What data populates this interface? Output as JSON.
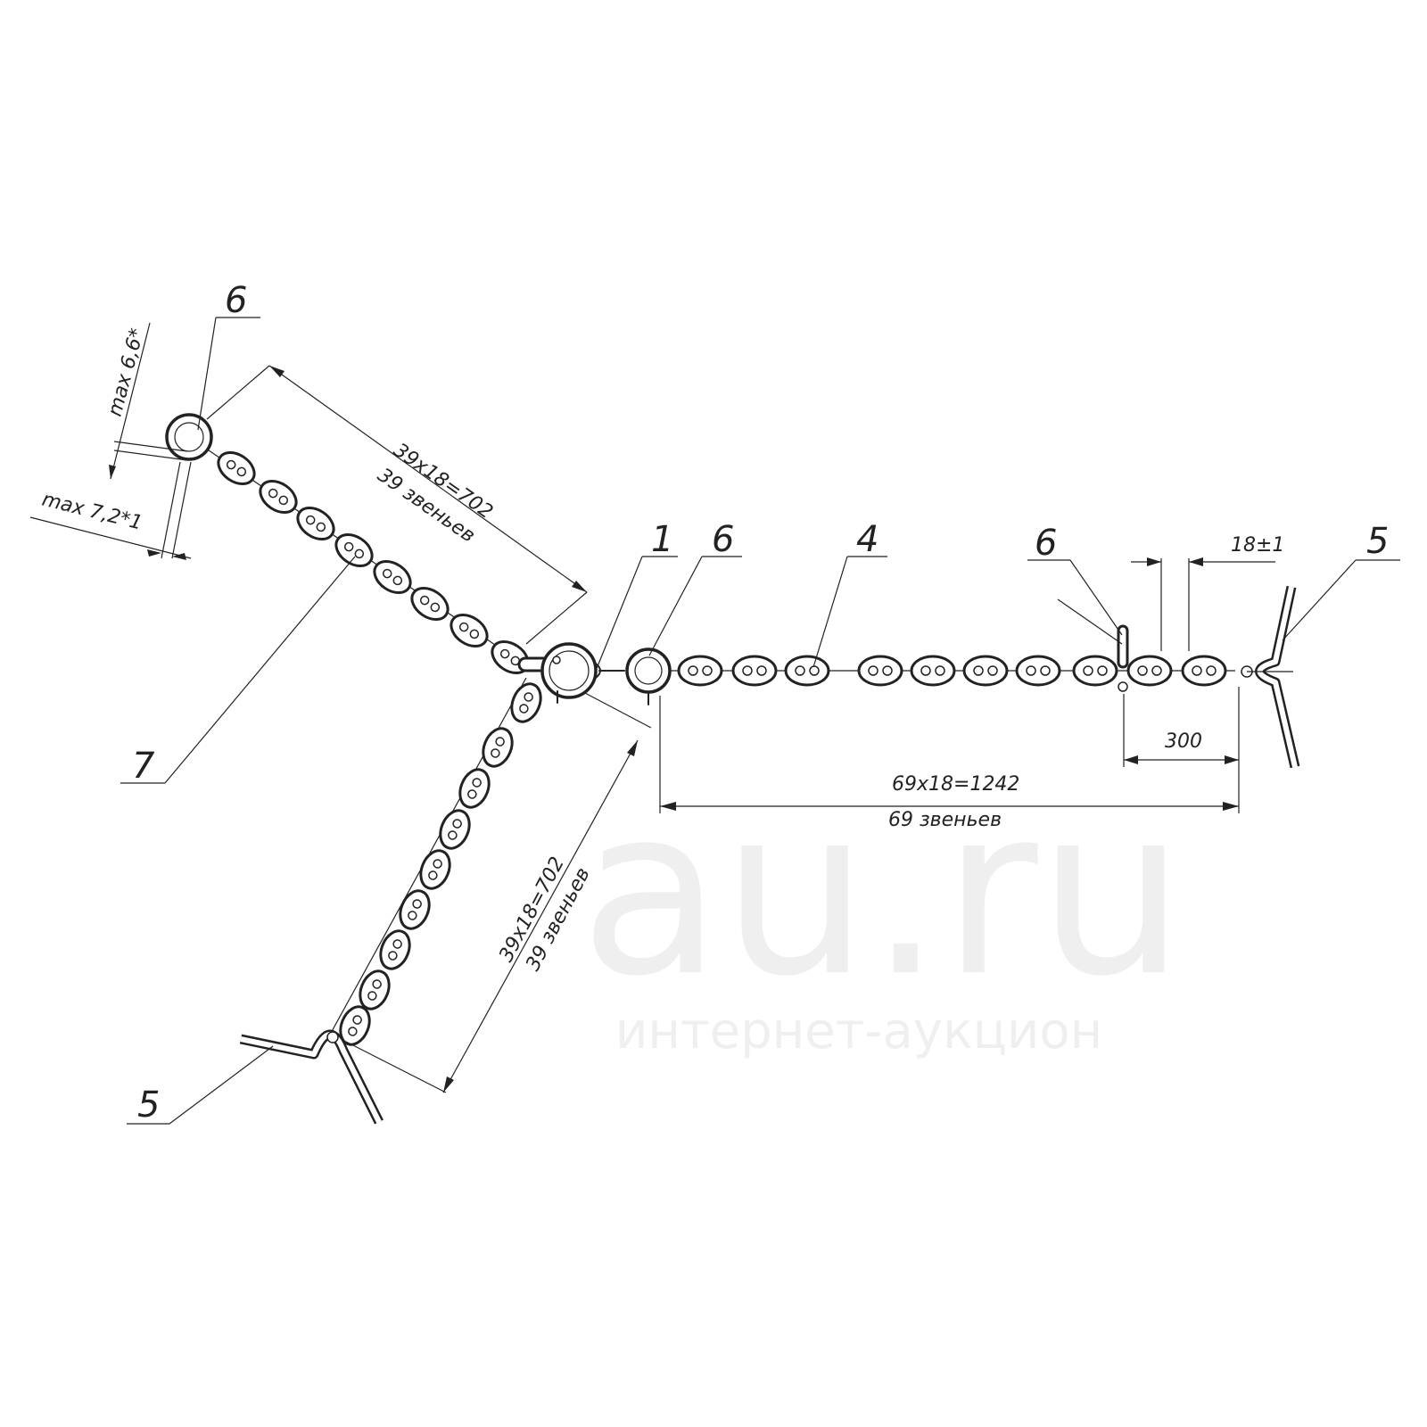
{
  "drawing": {
    "callouts": {
      "ring_top_left": "6",
      "hook": "1",
      "ring_center": "6",
      "chain_main": "4",
      "pin": "6",
      "rod_right": "5",
      "chain_left": "7",
      "rod_bottom": "5"
    },
    "dimensions": {
      "upper_branch_len": "39x18=702",
      "upper_branch_links": "39 звеньев",
      "lower_branch_len": "39x18=702",
      "lower_branch_links": "39 звеньев",
      "main_len": "69x18=1242",
      "main_links": "69 звеньев",
      "pitch": "18±1",
      "end_len": "300",
      "ring_max_dia": "max 6,6*",
      "ring_max_thick": "max 7,2*1"
    },
    "watermark": {
      "brand": "au.ru",
      "tagline": "интернет-аукцион"
    }
  }
}
